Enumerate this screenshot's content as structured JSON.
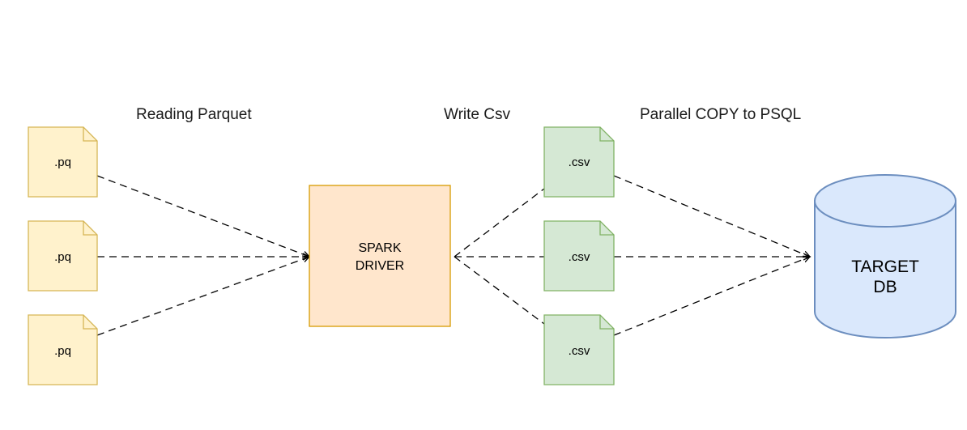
{
  "labels": {
    "reading": "Reading Parquet",
    "write": "Write Csv",
    "copy": "Parallel COPY to PSQL"
  },
  "parquet_files": [
    ".pq",
    ".pq",
    ".pq"
  ],
  "csv_files": [
    ".csv",
    ".csv",
    ".csv"
  ],
  "driver": {
    "line1": "SPARK",
    "line2": "DRIVER"
  },
  "target": {
    "line1": "TARGET",
    "line2": "DB"
  },
  "colors": {
    "pq_fill": "#fff2cc",
    "pq_stroke": "#d6b656",
    "csv_fill": "#d5e8d4",
    "csv_stroke": "#82b366",
    "driver_fill": "#ffe6cc",
    "driver_stroke": "#d79b00",
    "db_fill": "#dae8fc",
    "db_stroke": "#6c8ebf",
    "connector": "#000000"
  }
}
